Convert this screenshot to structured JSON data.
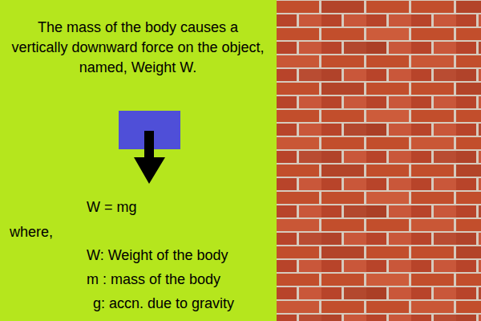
{
  "diagram": {
    "labels": [
      "The mass of the body causes a vertically downward force on the object, named, Weight W.",
      "W = mg",
      "where,",
      "W: Weight of the body",
      "m : mass of the body",
      "g: accn. due to gravity"
    ]
  }
}
